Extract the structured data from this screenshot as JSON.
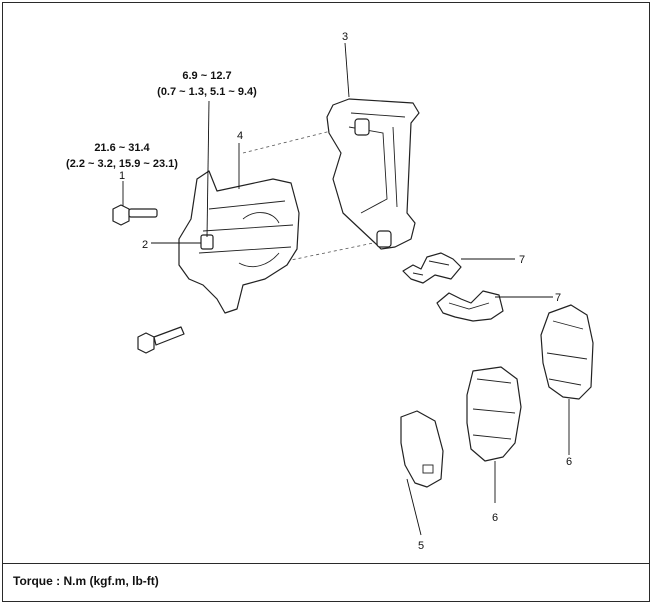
{
  "torque": {
    "caliper_mount_nm": "6.9 ~ 12.7",
    "caliper_mount_alt": "(0.7 ~ 1.3, 5.1 ~ 9.4)",
    "guide_bolt_nm": "21.6 ~ 31.4",
    "guide_bolt_alt": "(2.2 ~ 3.2, 15.9 ~ 23.1)"
  },
  "callouts": {
    "c1": "1",
    "c2": "2",
    "c3": "3",
    "c4": "4",
    "c5": "5",
    "c6a": "6",
    "c6b": "6",
    "c7a": "7",
    "c7b": "7"
  },
  "footer": {
    "label": "Torque : N.m (kgf.m, lb-ft)"
  }
}
